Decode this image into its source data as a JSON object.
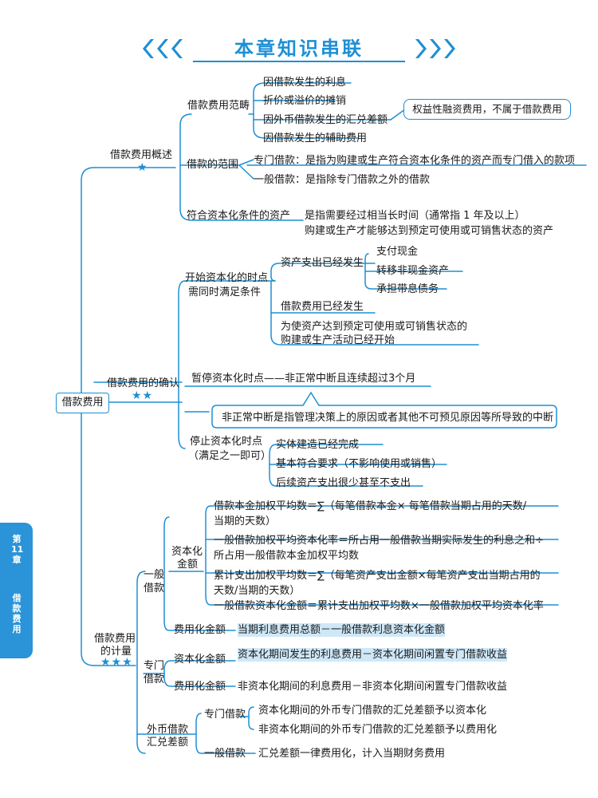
{
  "title": "本章知识串联",
  "side_tab": {
    "chapter": "第11章",
    "subject": "借款费用"
  },
  "root": "借款费用",
  "overview": {
    "label": "借款费用概述",
    "stars": "★",
    "scope": {
      "label": "借款费用范畴",
      "items": [
        "因借款发生的利息",
        "折价或溢价的摊销",
        "因外币借款发生的汇兑差额",
        "因借款发生的辅助费用"
      ],
      "callout": "权益性融资费用，不属于借款费用"
    },
    "loan_range": {
      "label": "借款的范围",
      "special": "专门借款：是指为购建或生产符合资本化条件的资产而专门借入的款项",
      "general": "一般借款：是指除专门借款之外的借款"
    },
    "qualifying_asset": {
      "label": "符合资本化条件的资产",
      "desc_line1": "是指需要经过相当长时间（通常指 1 年及以上）",
      "desc_line2": "购建或生产才能够达到预定可使用或可销售状态的资产"
    }
  },
  "recognition": {
    "label": "借款费用的确认",
    "stars": "★★",
    "start": {
      "label_line1": "开始资本化的时点",
      "label_line2": "需同时满足条件",
      "asset_expense": "资产支出已经发生",
      "asset_items": [
        "支付现金",
        "转移非现金资产",
        "承担带息债务"
      ],
      "borrowing_cost": "借款费用已经发生",
      "activity_line1": "为使资产达到预定可使用或可销售状态的",
      "activity_line2": "购建或生产活动已经开始"
    },
    "pause": "暂停资本化时点——非正常中断且连续超过3个月",
    "pause_callout": "非正常中断是指管理决策上的原因或者其他不可预见原因等所导致的中断",
    "stop": {
      "label_line1": "停止资本化时点",
      "label_line2": "（满足之一即可）",
      "items": [
        "实体建造已经完成",
        "基本符合要求（不影响使用或销售）",
        "后续资产支出很少甚至不支出"
      ]
    }
  },
  "measurement": {
    "label_line1": "借款费用",
    "label_line2": "的计量",
    "stars": "★★★",
    "general": {
      "label_line1": "一般",
      "label_line2": "借款",
      "capitalized": {
        "label_line1": "资本化",
        "label_line2": "金额",
        "f1_line1": "借款本金加权平均数＝∑（每笔借款本金× 每笔借款当期占用的天数/",
        "f1_line2": "当期的天数）",
        "f2_line1": "一般借款加权平均资本化率＝所占用一般借款当期实际发生的利息之和÷",
        "f2_line2": "所占用一般借款本金加权平均数",
        "f3_line1": "累计支出加权平均数＝∑（每笔资产支出金额×每笔资产支出当期占用的",
        "f3_line2": "天数/当期的天数）",
        "f4": "一般借款资本化金额＝累计支出加权平均数×一般借款加权平均资本化率"
      },
      "expensed": {
        "label": "费用化金额",
        "formula": "当期利息费用总额－一般借款利息资本化金额"
      }
    },
    "special": {
      "label_line1": "专门",
      "label_line2": "借款",
      "capitalized": {
        "label": "资本化金额",
        "formula": "资本化期间发生的利息费用－资本化期间闲置专门借款收益"
      },
      "expensed": {
        "label": "费用化金额",
        "formula": "非资本化期间的利息费用－非资本化期间闲置专门借款收益"
      }
    },
    "fx": {
      "label_line1": "外币借款",
      "label_line2": "汇兑差额",
      "special": {
        "label": "专门借款",
        "item1": "资本化期间的外币专门借款的汇兑差额予以资本化",
        "item2": "非资本化期间的外币专门借款的汇兑差额予以费用化"
      },
      "general": {
        "label": "一般借款",
        "item": "汇兑差额一律费用化，计入当期财务费用"
      }
    }
  },
  "colors": {
    "accent": "#1e8fd4",
    "tab": "#2b93d8",
    "highlight": "#cfe8f8"
  }
}
